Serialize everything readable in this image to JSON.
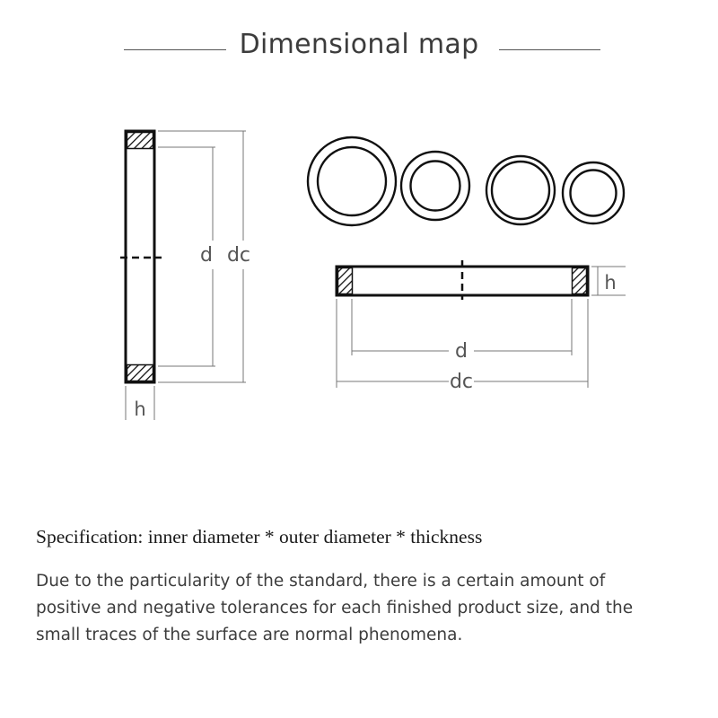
{
  "title": "Dimensional map",
  "labels": {
    "side_d": "d",
    "side_dc": "dc",
    "side_h": "h",
    "front_h": "h",
    "front_d": "d",
    "front_dc": "dc"
  },
  "specification": "Specification: inner diameter * outer diameter * thickness",
  "note": "Due to the particularity of the standard, there is a certain amount of positive and negative tolerances for each finished product size, and the small traces of the surface are normal phenomena."
}
